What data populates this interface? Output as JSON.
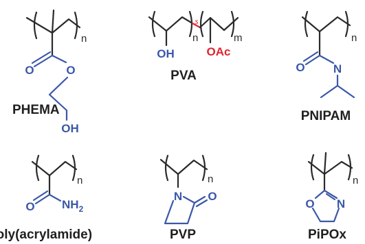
{
  "colors": {
    "bond": "#2a2a2a",
    "heteroatom": "#3a57a8",
    "highlight": "#e0242e",
    "label": "#1f1f1f"
  },
  "polymers": {
    "phema": {
      "name": "PHEMA",
      "carbonyl_o": "O",
      "ester_o": "O",
      "hydroxyl": "OH",
      "repeat": "n"
    },
    "pva": {
      "name": "PVA",
      "hydroxyl": "OH",
      "acetate": "OAc",
      "link": "s",
      "repeat1": "n",
      "repeat2": "m"
    },
    "pnipam": {
      "name": "PNIPAM",
      "carbonyl_o": "O",
      "amide_n": "N",
      "repeat": "n"
    },
    "pam": {
      "name": "Poly(acrylamide)",
      "carbonyl_o": "O",
      "amine": "NH",
      "amine_sub": "2",
      "repeat": "n"
    },
    "pvp": {
      "name": "PVP",
      "ring_n": "N",
      "carbonyl_o": "O",
      "repeat": "n"
    },
    "pipox": {
      "name": "PiPOx",
      "ring_o": "O",
      "ring_n": "N",
      "repeat": "n"
    }
  }
}
